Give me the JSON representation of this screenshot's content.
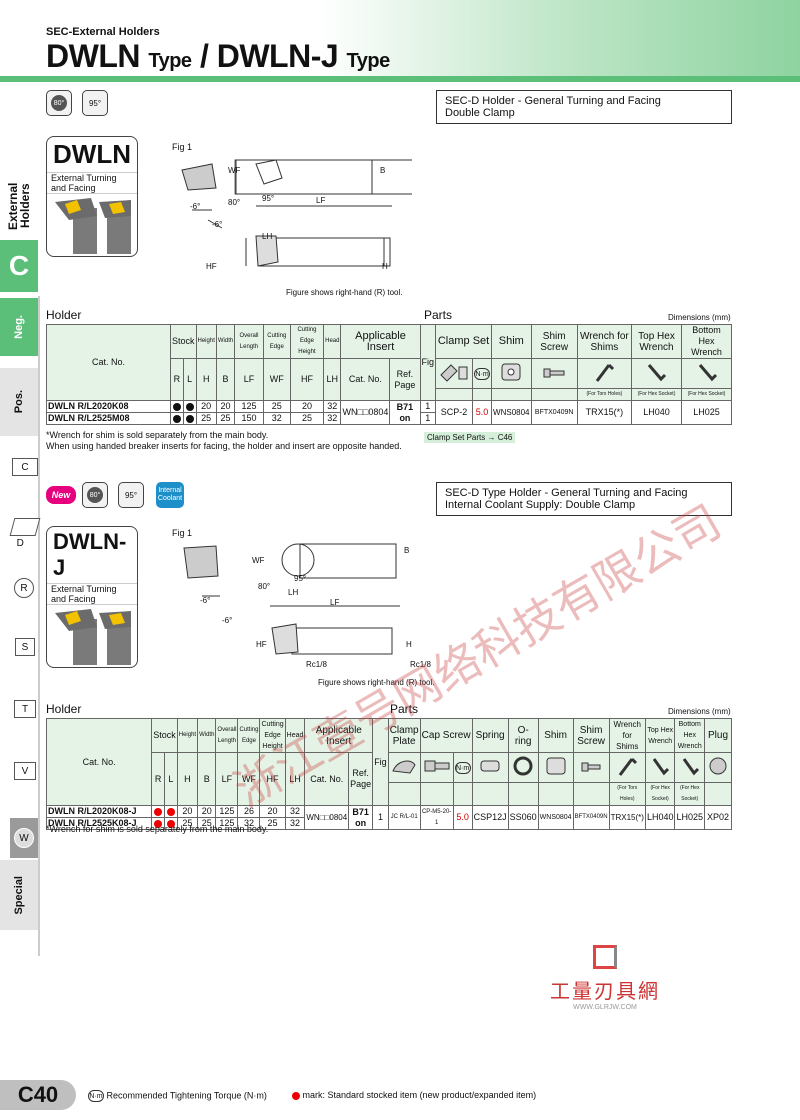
{
  "header": {
    "kicker": "SEC-External Holders",
    "title_a": "DWLN",
    "title_b": "Type",
    "title_sep": " / ",
    "title_c": "DWLN-J",
    "title_d": "Type"
  },
  "tabs": {
    "external": "External Holders",
    "c": "C",
    "neg": "Neg.",
    "pos": "Pos.",
    "shapes": [
      "C",
      "D",
      "R",
      "S",
      "T",
      "V",
      "W"
    ],
    "special": "Special"
  },
  "section1": {
    "badges": {
      "insert": "80°",
      "angle": "95°"
    },
    "desc": [
      "SEC-D Holder - General Turning and Facing",
      "Double Clamp"
    ],
    "product_name": "DWLN",
    "product_sub": "External Turning and Facing",
    "fig": "Fig 1",
    "labels": {
      "wf": "WF",
      "b": "B",
      "lf": "LF",
      "lh": "LH",
      "hf": "HF",
      "h": "H",
      "a95": "95°",
      "a80": "80°",
      "a6a": "-6°",
      "a6b": "-6°"
    },
    "fig_note": "Figure shows right-hand (R) tool.",
    "holder": "Holder",
    "parts": "Parts",
    "dims": "Dimensions (mm)",
    "head": {
      "catno": "Cat. No.",
      "stock": "Stock",
      "r": "R",
      "l": "L",
      "height": "Height",
      "width": "Width",
      "overall": "Overall Length",
      "cutting": "Cutting Edge",
      "cutting_h": "Cutting Edge Height",
      "headc": "Head",
      "h": "H",
      "b": "B",
      "lf": "LF",
      "wf": "WF",
      "hf": "HF",
      "lh": "LH",
      "app": "Applicable Insert",
      "app_cat": "Cat. No.",
      "ref": "Ref. Page",
      "fig": "Fig",
      "clamp": "Clamp Set",
      "shim": "Shim",
      "shim_screw": "Shim Screw",
      "wrench_shims": "Wrench for Shims",
      "top_hex": "Top Hex Wrench",
      "bottom_hex": "Bottom Hex Wrench",
      "torx_note": "(For Torx Holes)",
      "hex_note_a": "(For Hex Socket)",
      "hex_note_b": "(For Hex Socket)"
    },
    "rows": [
      {
        "cat": "DWLN R/L2020K08",
        "h": "20",
        "b": "20",
        "lf": "125",
        "wf": "25",
        "hf": "20",
        "lh": "32",
        "fig": "1"
      },
      {
        "cat": "DWLN R/L2525M08",
        "h": "25",
        "b": "25",
        "lf": "150",
        "wf": "32",
        "hf": "25",
        "lh": "32",
        "fig": "1"
      }
    ],
    "shared": {
      "insert": "WN□□0804",
      "ref": "B71 on",
      "clamp": "SCP-2",
      "torque": "5.0",
      "shim": "WNS0804",
      "shim_screw": "BFTX0409N",
      "wrench_shims": "TRX15(*)",
      "top_hex": "LH040",
      "bottom_hex": "LH025"
    },
    "clamp_parts": "Clamp Set Parts → C46",
    "notes": [
      "*Wrench for shim is sold separately from the main body.",
      "When using handed breaker inserts for facing, the holder and insert are opposite handed."
    ]
  },
  "section2": {
    "new": "New",
    "badges": {
      "insert": "80°",
      "angle": "95°",
      "coolant": "Internal Coolant"
    },
    "desc": [
      "SEC-D Type Holder - General Turning and Facing",
      "Internal Coolant Supply: Double Clamp"
    ],
    "product_name": "DWLN-J",
    "product_sub": "External Turning and Facing",
    "fig": "Fig 1",
    "labels": {
      "wf": "WF",
      "b": "B",
      "lf": "LF",
      "lh": "LH",
      "hf": "HF",
      "h": "H",
      "a95": "95°",
      "a80": "80°",
      "a6a": "-6°",
      "a6b": "-6°",
      "rc_a": "Rc1/8",
      "rc_b": "Rc1/8"
    },
    "fig_note": "Figure shows right-hand (R) tool.",
    "holder": "Holder",
    "parts": "Parts",
    "dims": "Dimensions (mm)",
    "head": {
      "catno": "Cat. No.",
      "stock": "Stock",
      "r": "R",
      "l": "L",
      "height": "Height",
      "width": "Width",
      "overall": "Overall Length",
      "cutting": "Cutting Edge",
      "cutting_h": "Cutting Edge Height",
      "headc": "Head",
      "h": "H",
      "b": "B",
      "lf": "LF",
      "wf": "WF",
      "hf": "HF",
      "lh": "LH",
      "app": "Applicable Insert",
      "app_cat": "Cat. No.",
      "ref": "Ref. Page",
      "fig": "Fig",
      "clamp_plate": "Clamp Plate",
      "cap_screw": "Cap Screw",
      "spring": "Spring",
      "oring": "O-ring",
      "shim": "Shim",
      "shim_screw": "Shim Screw",
      "wrench_shims": "Wrench for Shims",
      "top_hex": "Top Hex Wrench",
      "bottom_hex": "Bottom Hex Wrench",
      "plug": "Plug",
      "torx_note": "(For Torx Holes)",
      "hex_note_a": "(For Hex Socket)",
      "hex_note_b": "(For Hex Socket)"
    },
    "rows": [
      {
        "cat": "DWLN R/L2020K08-J",
        "h": "20",
        "b": "20",
        "lf": "125",
        "wf": "26",
        "hf": "20",
        "lh": "32"
      },
      {
        "cat": "DWLN R/L2525K08-J",
        "h": "25",
        "b": "25",
        "lf": "125",
        "wf": "32",
        "hf": "25",
        "lh": "32"
      }
    ],
    "shared": {
      "insert": "WN□□0804",
      "ref": "B71 on",
      "fig": "1",
      "clamp_plate": "JC R/L-01",
      "cap_screw": "CP-M5-20-1",
      "torque": "5.0",
      "spring": "CSP12J",
      "oring": "SS060",
      "shim": "WNS0804",
      "shim_screw": "BFTX0409N",
      "wrench_shims": "TRX15(*)",
      "top_hex": "LH040",
      "bottom_hex": "LH025",
      "plug": "XP02"
    },
    "notes": [
      "*Wrench for shim is sold separately from the main body."
    ]
  },
  "watermark": "浙江壹号网络科技有限公司",
  "logo": {
    "cn": "工量刃具網",
    "url": "WWW.GLRJW.COM"
  },
  "footer": {
    "page": "C40",
    "nm": "N·m",
    "torque_legend": "Recommended Tightening Torque (N·m)",
    "stock_legend": "mark: Standard stocked item (new product/expanded item)"
  },
  "colors": {
    "accent": "#5bbf7a",
    "header_fill": "#e4f3e6",
    "red": "#d40000"
  }
}
